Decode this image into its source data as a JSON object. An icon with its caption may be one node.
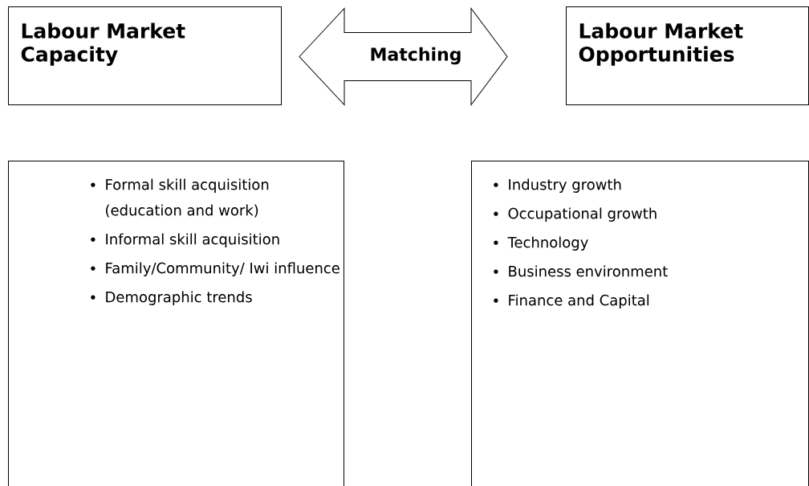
{
  "diagram": {
    "nodes": [
      {
        "text": [
          "Labour Market Capacity"
        ]
      },
      {
        "text": [
          "Labour Market Opportunities"
        ]
      },
      {
        "text": [
          "Formal skill acquisition (education and work)",
          "Informal skill acquisition",
          "Family/Community/ Iwi influence",
          "Demographic trends"
        ]
      },
      {
        "text": [
          "Industry growth",
          "Occupational growth",
          "Technology",
          "Business environment",
          "Finance and Capital"
        ]
      }
    ],
    "edges": [
      {
        "from": 0,
        "to": 1,
        "arrow": "both",
        "label": "Matching"
      }
    ]
  }
}
